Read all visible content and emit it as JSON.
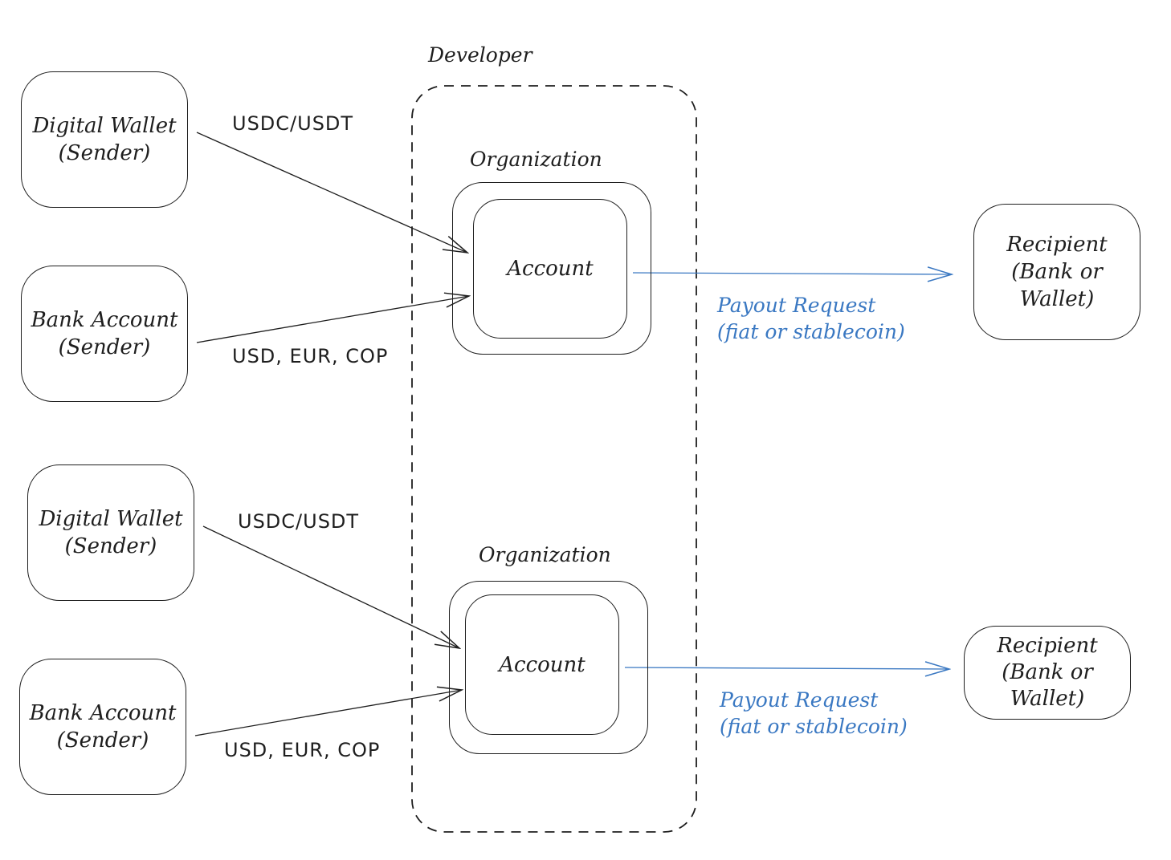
{
  "colors": {
    "stroke": "#1e1e1e",
    "payout_blue": "#3a78c2",
    "background": "#ffffff"
  },
  "developer": {
    "label": "Developer"
  },
  "groups": [
    {
      "organization_label": "Organization",
      "account_label": "Account",
      "senders": [
        {
          "line1": "Digital Wallet",
          "line2": "(Sender)",
          "flow_label": "USDC/USDT"
        },
        {
          "line1": "Bank Account",
          "line2": "(Sender)",
          "flow_label": "USD, EUR, COP"
        }
      ],
      "payout": {
        "line1": "Payout Request",
        "line2": "(fiat or stablecoin)"
      },
      "recipient": {
        "line1": "Recipient",
        "line2": "(Bank or",
        "line3": "Wallet)"
      }
    },
    {
      "organization_label": "Organization",
      "account_label": "Account",
      "senders": [
        {
          "line1": "Digital Wallet",
          "line2": "(Sender)",
          "flow_label": "USDC/USDT"
        },
        {
          "line1": "Bank Account",
          "line2": "(Sender)",
          "flow_label": "USD, EUR, COP"
        }
      ],
      "payout": {
        "line1": "Payout Request",
        "line2": "(fiat or stablecoin)"
      },
      "recipient": {
        "line1": "Recipient",
        "line2": "(Bank or",
        "line3": "Wallet)"
      }
    }
  ]
}
